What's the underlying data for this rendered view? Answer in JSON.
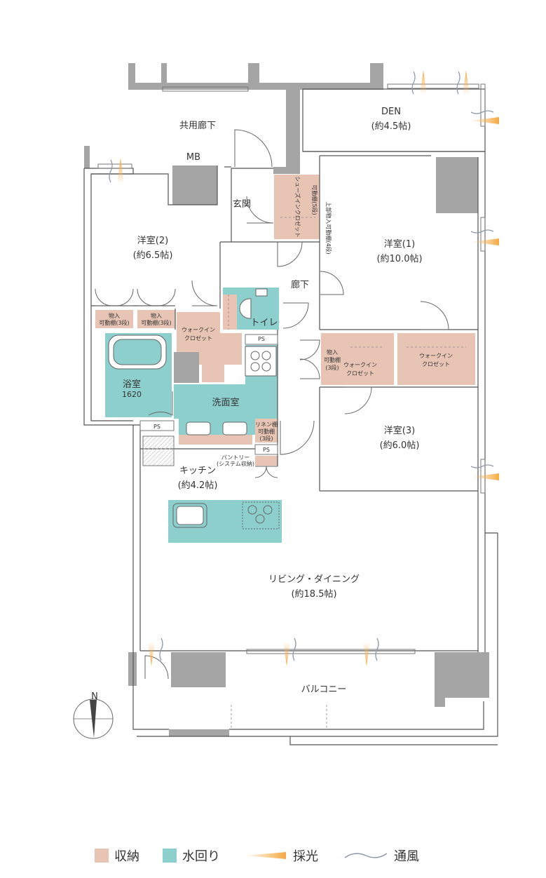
{
  "rooms": {
    "corridor_common": "共用廊下",
    "mb": "MB",
    "den_name": "DEN",
    "den_size": "(約4.5帖)",
    "entrance": "玄関",
    "shoe_closet": "シューズインクロゼット",
    "shoe_shelf": "可動棚(5段)",
    "shoe_note": "上部物入可動棚(4段)",
    "room2_name": "洋室(2)",
    "room2_size": "(約6.5帖)",
    "room1_name": "洋室(1)",
    "room1_size": "(約10.0帖)",
    "hallway": "廊下",
    "toilet": "トイレ",
    "storage_a_1": "物入",
    "storage_a_2": "可動棚(3段)",
    "storage_b_1": "物入",
    "storage_b_2": "可動棚(3段)",
    "walkin_left_1": "ウォークイン",
    "walkin_left_2": "クロゼット",
    "ps": "PS",
    "bath_name": "浴室",
    "bath_size": "1620",
    "washroom": "洗面室",
    "storage_c_1": "物入",
    "storage_c_2": "可動棚",
    "storage_c_3": "(3段)",
    "walkin_mid_1": "ウォークイン",
    "walkin_mid_2": "クロゼット",
    "walkin_right_1": "ウォークイン",
    "walkin_right_2": "クロゼット",
    "linen_1": "リネン棚",
    "linen_2": "可動棚",
    "linen_3": "(3段)",
    "pantry_1": "パントリー",
    "pantry_2": "(システム収納)",
    "kitchen_name": "キッチン",
    "kitchen_size": "(約4.2帖)",
    "room3_name": "洋室(3)",
    "room3_size": "(約6.0帖)",
    "living_name": "リビング・ダイニング",
    "living_size": "(約18.5帖)",
    "balcony": "バルコニー",
    "north": "N"
  },
  "legend": {
    "storage": "収納",
    "water": "水回り",
    "light": "採光",
    "wind": "通風"
  },
  "colors": {
    "storage": "#e8c4b4",
    "water": "#8dcfcc",
    "wall": "#a5a5a5",
    "light": "#f5b860",
    "wind": "#8f9aa8"
  }
}
